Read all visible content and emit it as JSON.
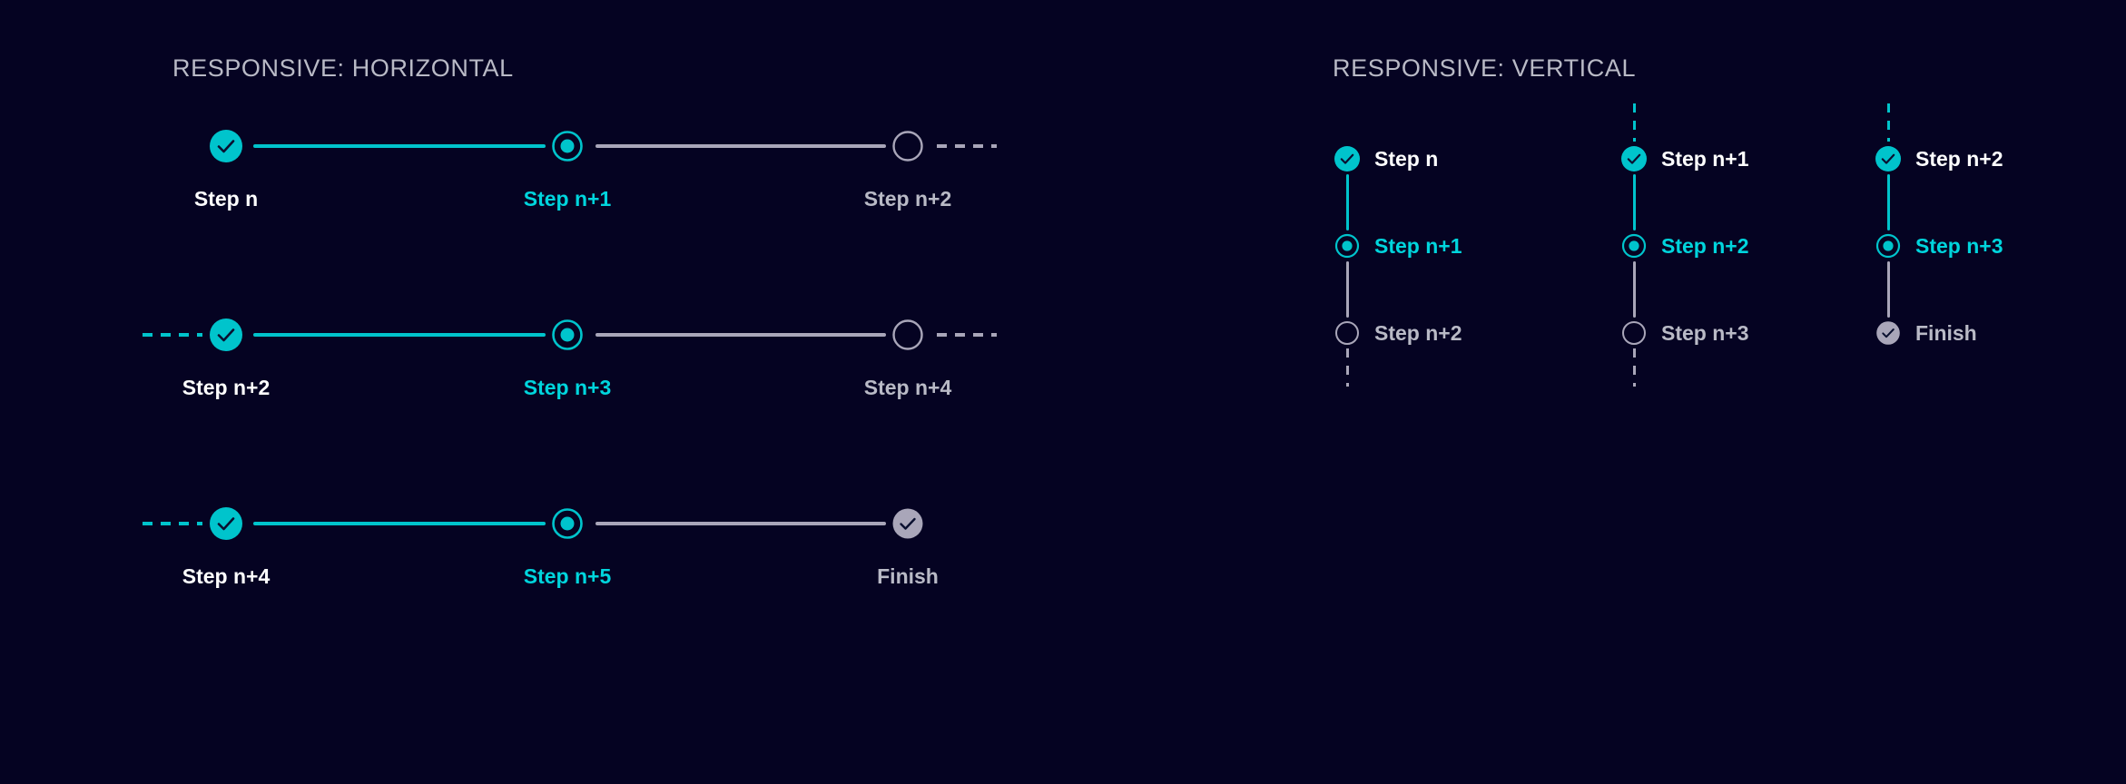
{
  "theme": {
    "background": "#050322",
    "accent": "#00c4cc",
    "accent_text": "#00d5dd",
    "muted": "#a9a6b9",
    "muted_text": "#b9bac6",
    "done_text": "#ffffff",
    "check_glyph": "check-icon"
  },
  "horizontal": {
    "title": "RESPONSIVE: HORIZONTAL",
    "rows": [
      {
        "lead_dash": false,
        "tail_dash": true,
        "steps": [
          {
            "label": "Step n",
            "state": "done",
            "icon": "check-circle-filled-icon"
          },
          {
            "label": "Step n+1",
            "state": "active",
            "icon": "dot-circle-icon"
          },
          {
            "label": "Step n+2",
            "state": "pending",
            "icon": "empty-circle-icon"
          }
        ],
        "connectors": [
          "complete",
          "incomplete"
        ]
      },
      {
        "lead_dash": true,
        "tail_dash": true,
        "steps": [
          {
            "label": "Step n+2",
            "state": "done",
            "icon": "check-circle-filled-icon"
          },
          {
            "label": "Step n+3",
            "state": "active",
            "icon": "dot-circle-icon"
          },
          {
            "label": "Step n+4",
            "state": "pending",
            "icon": "empty-circle-icon"
          }
        ],
        "connectors": [
          "complete",
          "incomplete"
        ]
      },
      {
        "lead_dash": true,
        "tail_dash": false,
        "steps": [
          {
            "label": "Step n+4",
            "state": "done",
            "icon": "check-circle-filled-icon"
          },
          {
            "label": "Step n+5",
            "state": "active",
            "icon": "dot-circle-icon"
          },
          {
            "label": "Finish",
            "state": "finish",
            "icon": "check-circle-muted-icon"
          }
        ],
        "connectors": [
          "complete",
          "incomplete"
        ]
      }
    ]
  },
  "vertical": {
    "title": "RESPONSIVE: VERTICAL",
    "columns": [
      {
        "top_dash": false,
        "bottom_dash": true,
        "steps": [
          {
            "label": "Step n",
            "state": "done",
            "icon": "check-circle-filled-icon"
          },
          {
            "label": "Step n+1",
            "state": "active",
            "icon": "dot-circle-icon"
          },
          {
            "label": "Step n+2",
            "state": "pending",
            "icon": "empty-circle-icon"
          }
        ],
        "connectors": [
          "complete",
          "incomplete"
        ]
      },
      {
        "top_dash": true,
        "bottom_dash": true,
        "steps": [
          {
            "label": "Step n+1",
            "state": "done",
            "icon": "check-circle-filled-icon"
          },
          {
            "label": "Step n+2",
            "state": "active",
            "icon": "dot-circle-icon"
          },
          {
            "label": "Step n+3",
            "state": "pending",
            "icon": "empty-circle-icon"
          }
        ],
        "connectors": [
          "complete",
          "incomplete"
        ]
      },
      {
        "top_dash": true,
        "bottom_dash": false,
        "steps": [
          {
            "label": "Step n+2",
            "state": "done",
            "icon": "check-circle-filled-icon"
          },
          {
            "label": "Step n+3",
            "state": "active",
            "icon": "dot-circle-icon"
          },
          {
            "label": "Finish",
            "state": "finish",
            "icon": "check-circle-muted-icon"
          }
        ],
        "connectors": [
          "complete",
          "incomplete"
        ]
      }
    ]
  }
}
